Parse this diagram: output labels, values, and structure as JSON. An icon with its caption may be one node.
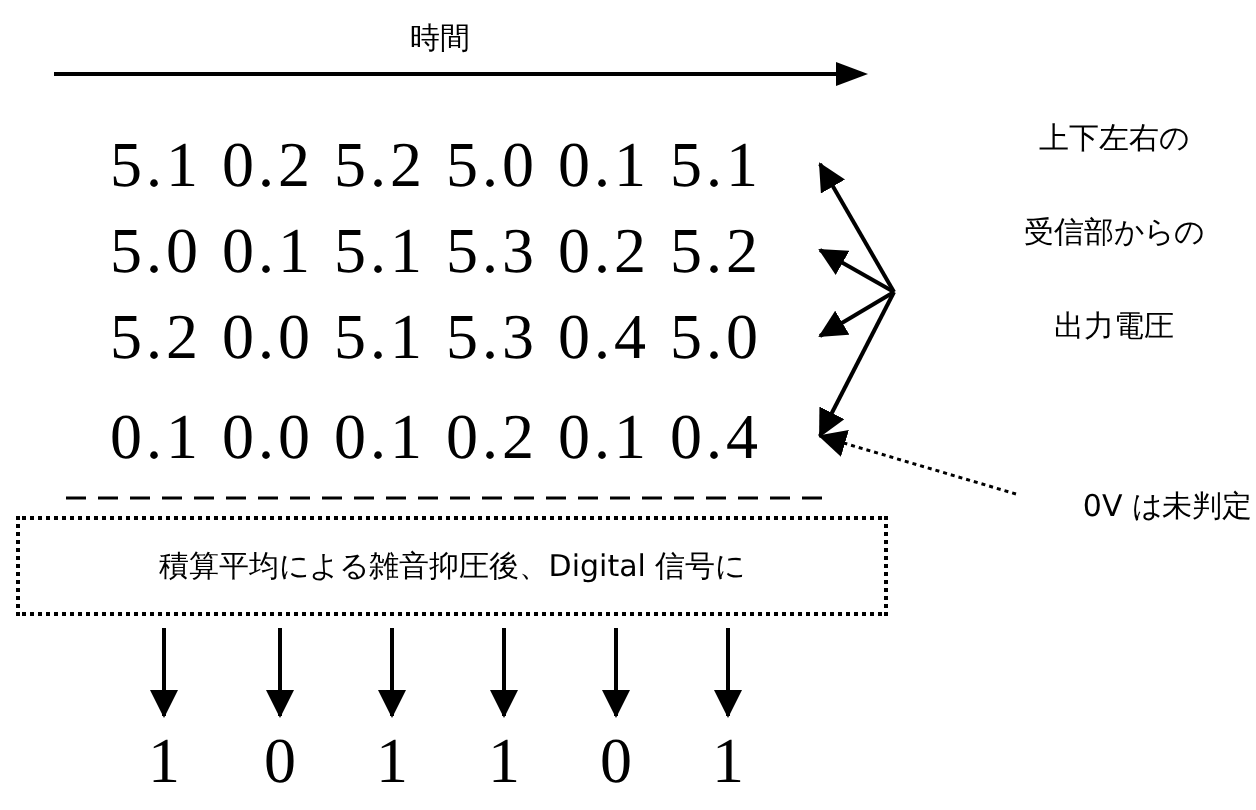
{
  "diagram": {
    "nodes": [
      {
        "text": [
          "5.1 0.2 5.2 5.0 0.1 5.1"
        ]
      },
      {
        "text": [
          "5.0 0.1 5.1 5.3 0.2 5.2"
        ]
      },
      {
        "text": [
          "5.2 0.0 5.1 5.3 0.4 5.0"
        ]
      },
      {
        "text": [
          "0.1 0.0 0.1 0.2 0.1 0.4"
        ]
      },
      {
        "text": [
          "上下左右の",
          "受信部からの",
          "出力電圧"
        ]
      },
      {
        "text": [
          "0V は未判定"
        ]
      },
      {
        "text": [
          "積算平均による雑音抑圧後、Digital 信号に"
        ]
      },
      {
        "text": [
          "1"
        ]
      },
      {
        "text": [
          "0"
        ]
      },
      {
        "text": [
          "1"
        ]
      },
      {
        "text": [
          "1"
        ]
      },
      {
        "text": [
          "0"
        ]
      },
      {
        "text": [
          "1"
        ]
      }
    ],
    "edges": [
      {
        "from": 4,
        "to": 0,
        "arrow": "to"
      },
      {
        "from": 4,
        "to": 1,
        "arrow": "to"
      },
      {
        "from": 4,
        "to": 2,
        "arrow": "to"
      },
      {
        "from": 4,
        "to": 3,
        "arrow": "to"
      },
      {
        "from": 5,
        "to": 3,
        "arrow": "to",
        "style": "dashed"
      },
      {
        "from": 6,
        "to": 7,
        "arrow": "to"
      },
      {
        "from": 6,
        "to": 8,
        "arrow": "to"
      },
      {
        "from": 6,
        "to": 9,
        "arrow": "to"
      },
      {
        "from": 6,
        "to": 10,
        "arrow": "to"
      },
      {
        "from": 6,
        "to": 11,
        "arrow": "to"
      },
      {
        "from": 6,
        "to": 12,
        "arrow": "to"
      }
    ],
    "labels": [
      "時間"
    ]
  }
}
